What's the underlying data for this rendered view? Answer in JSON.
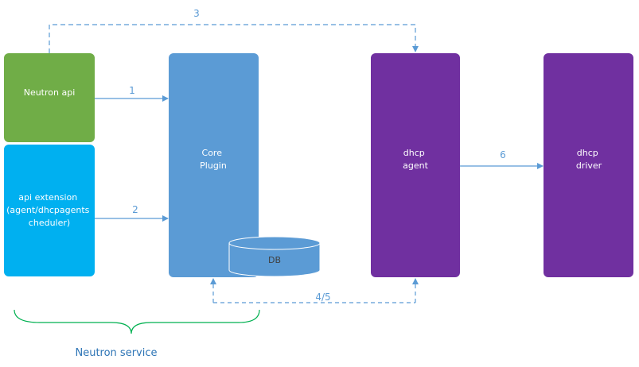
{
  "colors": {
    "neutron_api": "#70ad47",
    "api_extension": "#00b0f0",
    "core_plugin": "#5b9bd5",
    "agent": "#7030a0",
    "driver": "#7030a0",
    "line": "#5b9bd5",
    "node_text": "#ffffff",
    "db_text": "#404040",
    "brace": "#00b050",
    "group_text": "#2e75b6"
  },
  "nodes": {
    "neutron_api": {
      "label": "Neutron api"
    },
    "api_extension": {
      "lines": [
        "api extension",
        "(agent/dhcpagents",
        "cheduler)"
      ]
    },
    "core_plugin": {
      "lines": [
        "Core",
        "Plugin"
      ]
    },
    "db": {
      "label": "DB"
    },
    "dhcp_agent": {
      "lines": [
        "dhcp",
        "agent"
      ]
    },
    "dhcp_driver": {
      "lines": [
        "dhcp",
        "driver"
      ]
    }
  },
  "edges": {
    "e1": {
      "label": "1"
    },
    "e2": {
      "label": "2"
    },
    "e3": {
      "label": "3"
    },
    "e45": {
      "label": "4/5"
    },
    "e6": {
      "label": "6"
    }
  },
  "group": {
    "label": "Neutron service"
  }
}
